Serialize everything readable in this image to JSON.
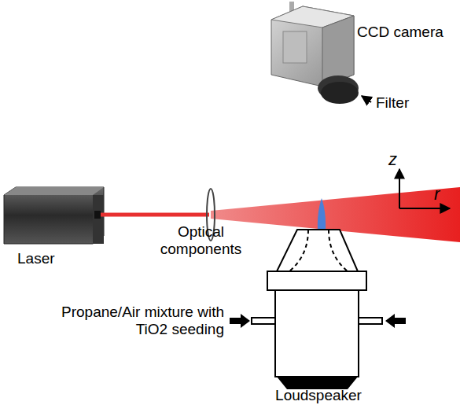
{
  "diagram": {
    "labels": [
      "CCD camera",
      "Filter",
      "Laser",
      "Optical components",
      "z",
      "r",
      "Propane/Air mixture with TiO2 seeding",
      "Loudspeaker"
    ]
  }
}
